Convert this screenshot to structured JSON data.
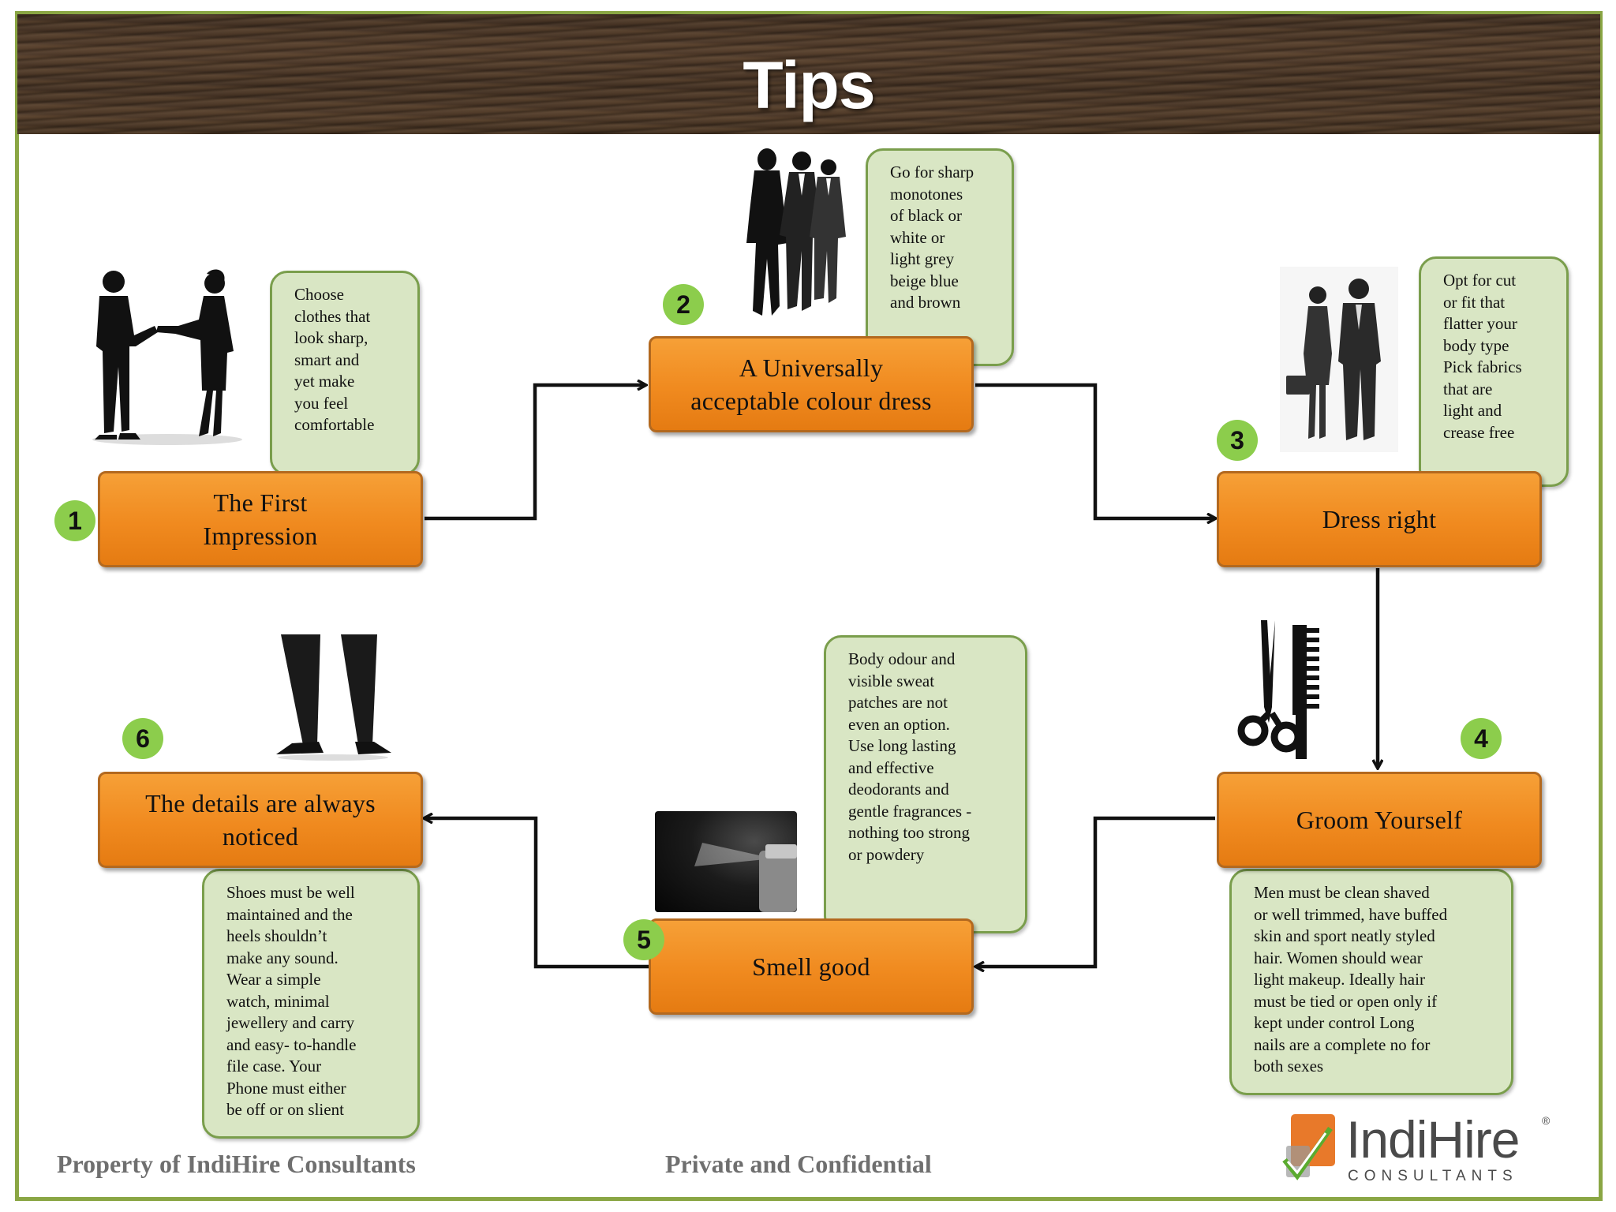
{
  "header": {
    "title": "Tips"
  },
  "steps": [
    {
      "number": "1",
      "label": "The First\nImpression",
      "note": "Choose\nclothes that\nlook sharp,\nsmart and\nyet make\nyou feel\ncomfortable"
    },
    {
      "number": "2",
      "label": "A Universally\nacceptable colour dress",
      "note": "Go for sharp\nmonotones\nof black or\nwhite or\nlight grey\nbeige blue\nand brown"
    },
    {
      "number": "3",
      "label": "Dress right",
      "note": "Opt for cut\nor fit that\nflatter your\nbody type\nPick fabrics\nthat are\nlight and\ncrease free"
    },
    {
      "number": "4",
      "label": "Groom Yourself",
      "note": "Men must be clean shaved\nor well trimmed, have buffed\nskin and sport neatly styled\nhair. Women should wear\nlight makeup. Ideally hair\nmust be tied or open only if\nkept under control Long\nnails are a complete no for\nboth sexes"
    },
    {
      "number": "5",
      "label": "Smell good",
      "note": "Body odour and\nvisible sweat\npatches are not\neven an option.\nUse long lasting\nand effective\ndeodorants and\ngentle fragrances -\nnothing too strong\nor powdery"
    },
    {
      "number": "6",
      "label": "The details are always\nnoticed",
      "note": "Shoes must be well\nmaintained and the\nheels shouldn’t\nmake any sound.\nWear a simple\nwatch, minimal\njewellery and carry\nand easy- to-handle\nfile case. Your\nPhone must either\nbe off or on slient"
    }
  ],
  "footer": {
    "left": "Property of IndiHire Consultants",
    "center": "Private and Confidential"
  },
  "logo": {
    "name": "IndiHire",
    "registered": "®",
    "tagline": "CONSULTANTS"
  },
  "colors": {
    "step_fill": "#f08a1f",
    "note_fill": "#d9e6c4",
    "badge_fill": "#8ccd4c",
    "frame": "#8aa644"
  }
}
